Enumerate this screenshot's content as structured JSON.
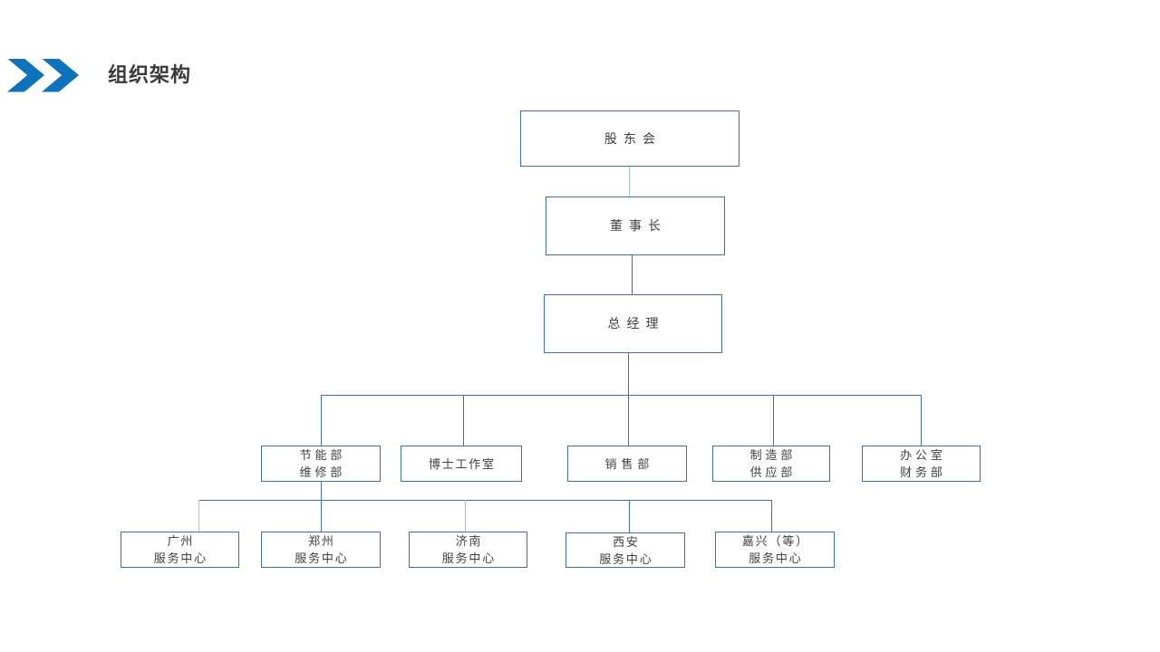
{
  "slide": {
    "title": "组织架构"
  },
  "org_chart": {
    "nodes": {
      "shareholders": {
        "label": "股东会"
      },
      "chairman": {
        "label": "董事长"
      },
      "general_manager": {
        "label": "总经理"
      },
      "dept_energy_maintenance": {
        "line1": "节能部",
        "line2": "维修部"
      },
      "dept_doctor_studio": {
        "label": "博士工作室"
      },
      "dept_sales": {
        "label": "销售部"
      },
      "dept_manufacturing_supply": {
        "line1": "制造部",
        "line2": "供应部"
      },
      "dept_office_finance": {
        "line1": "办公室",
        "line2": "财务部"
      },
      "sc_guangzhou": {
        "line1": "广州",
        "line2": "服务中心"
      },
      "sc_zhengzhou": {
        "line1": "郑州",
        "line2": "服务中心"
      },
      "sc_jinan": {
        "line1": "济南",
        "line2": "服务中心"
      },
      "sc_xian": {
        "line1": "西安",
        "line2": "服务中心"
      },
      "sc_jiaxing": {
        "line1": "嘉兴（等）",
        "line2": "服务中心"
      }
    },
    "colors": {
      "box_border": "#41719C",
      "connector_dark": "#41719C",
      "connector_light": "#9DC3E6",
      "title_accent_blue": "#0E72BC",
      "title_text": "#3A3A3A",
      "node_text": "#404040",
      "background": "#FFFFFF"
    }
  }
}
